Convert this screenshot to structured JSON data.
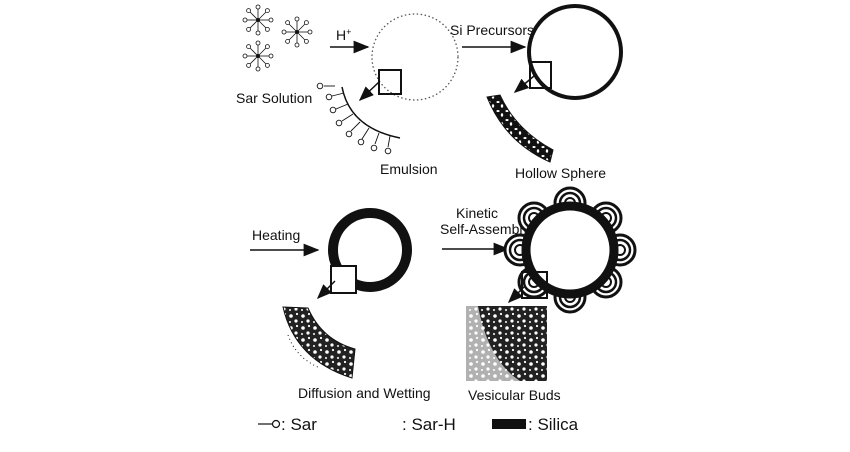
{
  "labels": {
    "sar_solution": "Sar Solution",
    "acid": "H",
    "acid_sup": "+",
    "si_precursors": "Si Precursors",
    "emulsion": "Emulsion",
    "hollow_sphere": "Hollow Sphere",
    "heating": "Heating",
    "kinetic_line1": "Kinetic",
    "kinetic_line2": "Self-Assembly",
    "diffusion_wetting": "Diffusion and Wetting",
    "vesicular_buds": "Vesicular Buds"
  },
  "legend": {
    "sar": ": Sar",
    "sar_h": ": Sar-H",
    "silica": ": Silica"
  }
}
